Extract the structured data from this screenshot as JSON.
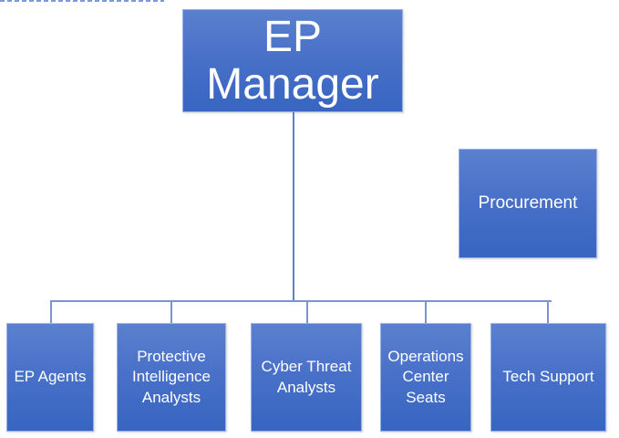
{
  "org_chart": {
    "diagram_type": "org-chart",
    "root": {
      "id": "ep-manager",
      "label": "EP Manager"
    },
    "assistant": {
      "id": "procurement",
      "label": "Procurement",
      "connector_style": "dashed"
    },
    "children": [
      {
        "id": "ep-agents",
        "label": "EP Agents"
      },
      {
        "id": "protective-intelligence-analysts",
        "label": "Protective Intelligence Analysts"
      },
      {
        "id": "cyber-threat-analysts",
        "label": "Cyber Threat Analysts"
      },
      {
        "id": "operations-center-seats",
        "label": "Operations Center Seats"
      },
      {
        "id": "tech-support",
        "label": "Tech Support"
      }
    ],
    "colors": {
      "background": "#ffffff",
      "node_fill_top": "#5a80cf",
      "node_fill_mid": "#4971c8",
      "node_fill_bottom": "#3765c1",
      "node_border": "#9cb0e2",
      "node_text": "#ffffff",
      "connector_solid": "#5c80ca",
      "connector_bus": "#7b94d0",
      "connector_dashed": "#7d99d5"
    }
  }
}
